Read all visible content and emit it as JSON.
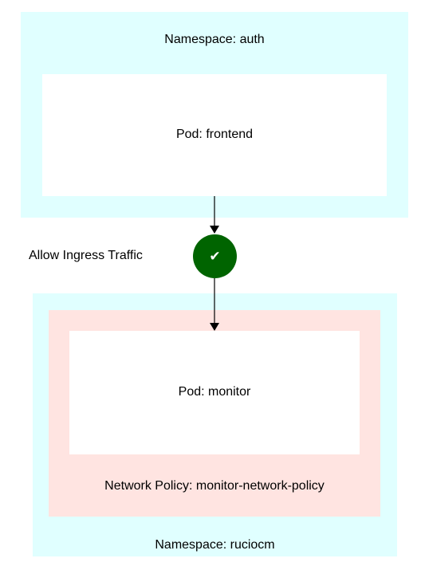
{
  "colors": {
    "namespace_fill": "#e0ffff",
    "policy_fill": "#ffe4e1",
    "pod_fill": "#ffffff",
    "allow_node_fill": "#006400",
    "edge_color": "#000000"
  },
  "namespaces": [
    {
      "label": "Namespace: auth"
    },
    {
      "label": "Namespace: ruciocm"
    }
  ],
  "network_policy": {
    "label": "Network Policy: monitor-network-policy"
  },
  "pods": [
    {
      "label": "Pod: frontend"
    },
    {
      "label": "Pod: monitor"
    }
  ],
  "edge": {
    "label": "Allow Ingress Traffic",
    "icon": "check-icon",
    "glyph": "✔"
  }
}
